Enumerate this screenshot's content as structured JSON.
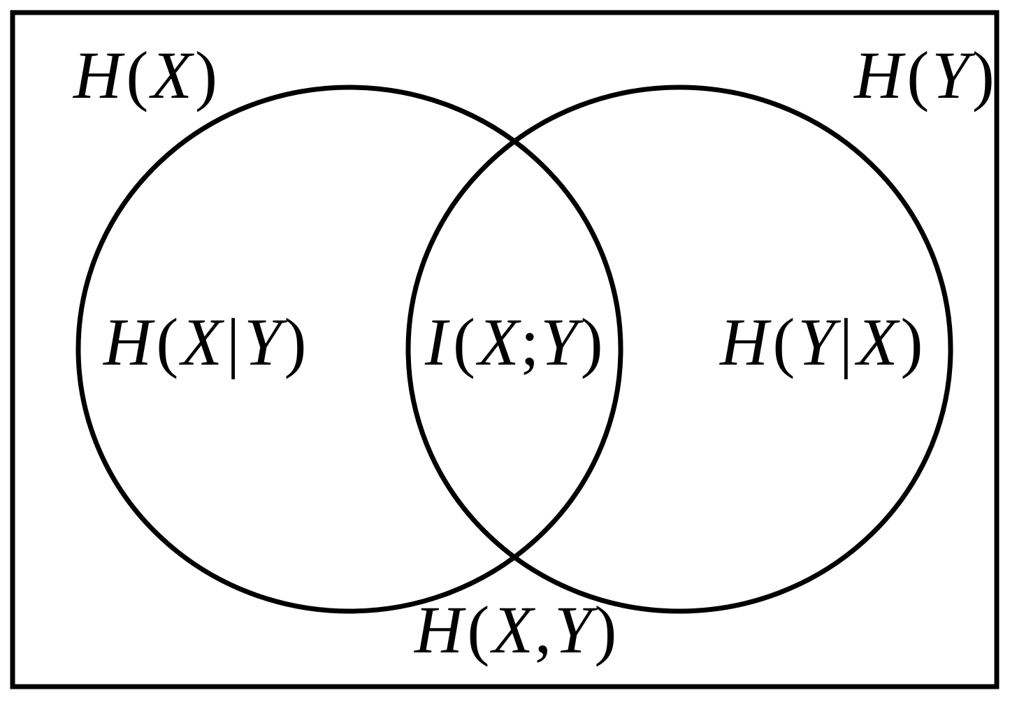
{
  "labels": {
    "hx": {
      "fn": "H",
      "arg": "X"
    },
    "hy": {
      "fn": "H",
      "arg": "Y"
    },
    "hx_given_y": {
      "fn": "H",
      "a": "X",
      "sep": "|",
      "b": "Y"
    },
    "mutual_info": {
      "fn": "I",
      "a": "X",
      "sep": ";",
      "b": "Y"
    },
    "hy_given_x": {
      "fn": "H",
      "a": "Y",
      "sep": "|",
      "b": "X"
    },
    "joint": {
      "fn": "H",
      "a": "X",
      "sep": ",",
      "b": "Y"
    }
  },
  "colors": {
    "stroke": "#000000",
    "background": "#ffffff"
  }
}
